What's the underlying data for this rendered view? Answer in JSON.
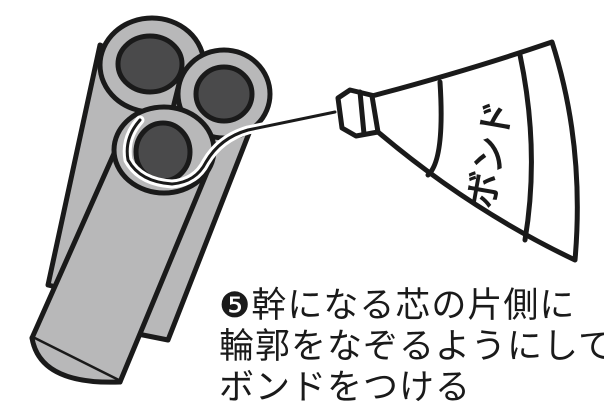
{
  "illustration": {
    "bottle_label": "ボンド"
  },
  "caption": {
    "number": "❺",
    "line1": "幹になる芯の片側に",
    "line2": "輪郭をなぞるようにして",
    "line3": "ボンドをつける"
  }
}
